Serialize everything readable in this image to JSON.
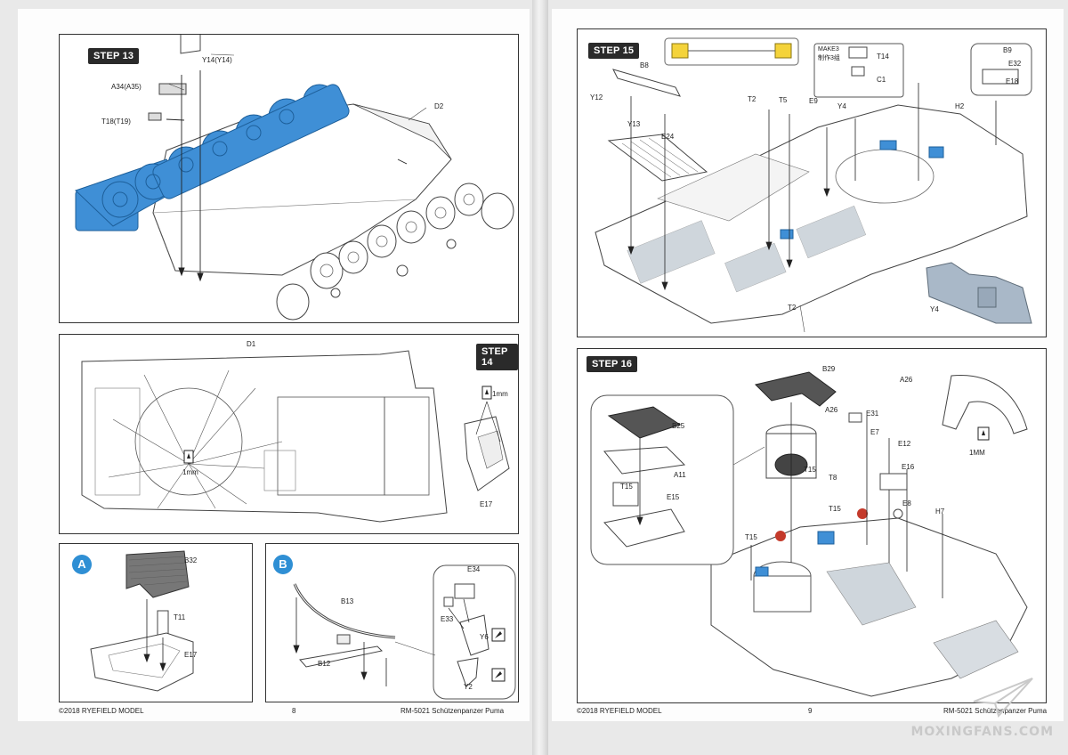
{
  "left_page": {
    "step13": {
      "label": "STEP 13",
      "parts": {
        "y14": "Y14(Y14)",
        "a34": "A34(A35)",
        "t18": "T18(T19)",
        "d2": "D2"
      }
    },
    "step14": {
      "label": "STEP 14",
      "parts": {
        "d1": "D1",
        "e17": "E17"
      },
      "cut_note_1": "1mm",
      "cut_note_2": "1mm"
    },
    "sub_a": {
      "letter": "A",
      "parts": {
        "b32": "B32",
        "t11": "T11",
        "e17": "E17"
      }
    },
    "sub_b": {
      "letter": "B",
      "parts": {
        "b13": "B13",
        "b12": "B12",
        "e34": "E34",
        "e33": "E33",
        "y6": "Y6",
        "y2": "Y2"
      }
    },
    "footer": {
      "copyright": "©2018 RYEFIELD MODEL",
      "page_number": "8",
      "title": "RM-5021 Schützenpanzer Puma"
    }
  },
  "right_page": {
    "step15": {
      "label": "STEP 15",
      "make_note_1": "MAKE3",
      "make_note_2": "制作3组",
      "parts": {
        "b8": "B8",
        "y12": "Y12",
        "y13": "Y13",
        "e24": "E24",
        "t2a": "T2",
        "t5": "T5",
        "e9": "E9",
        "y4a": "Y4",
        "t14": "T14",
        "c1": "C1",
        "b9": "B9",
        "e32": "E32",
        "e18": "E18",
        "h2": "H2",
        "t2b": "T2",
        "y4b": "Y4"
      }
    },
    "step16": {
      "label": "STEP 16",
      "parts": {
        "b29": "B29",
        "a26a": "A26",
        "a26b": "A26",
        "b25": "B25",
        "a11": "A11",
        "t15a": "T15",
        "e15": "E15",
        "t15b": "T15",
        "t15c": "T15",
        "t15d": "T15",
        "e31": "E31",
        "e7": "E7",
        "e12": "E12",
        "e16": "E16",
        "t8": "T8",
        "e8": "E8",
        "h7": "H7"
      },
      "cut_note": "1MM"
    },
    "footer": {
      "copyright": "©2018 RYEFIELD MODEL",
      "page_number": "9",
      "title": "RM-5021 Schützenpanzer Puma"
    }
  },
  "watermark": "MOXINGFANS.COM",
  "colors": {
    "highlight_blue": "#3f8fd6",
    "highlight_yellow": "#f4d33a",
    "step_badge": "#2a2a2a",
    "part_grey": "#a9b8c8"
  }
}
